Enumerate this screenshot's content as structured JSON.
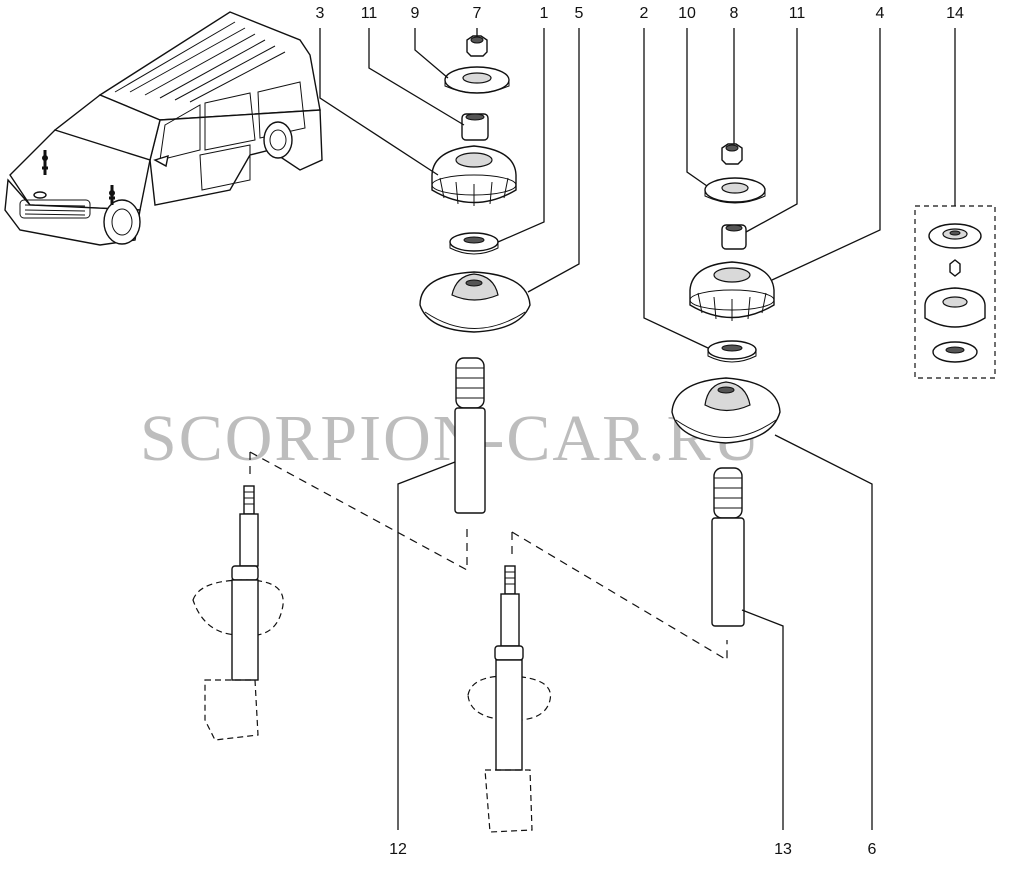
{
  "watermark": "SCORPION-CAR.RU",
  "callouts": {
    "c3": "3",
    "c11a": "11",
    "c9": "9",
    "c7": "7",
    "c1": "1",
    "c5": "5",
    "c2": "2",
    "c10": "10",
    "c8": "8",
    "c11b": "11",
    "c4": "4",
    "c14": "14",
    "c12": "12",
    "c13": "13",
    "c6": "6"
  }
}
